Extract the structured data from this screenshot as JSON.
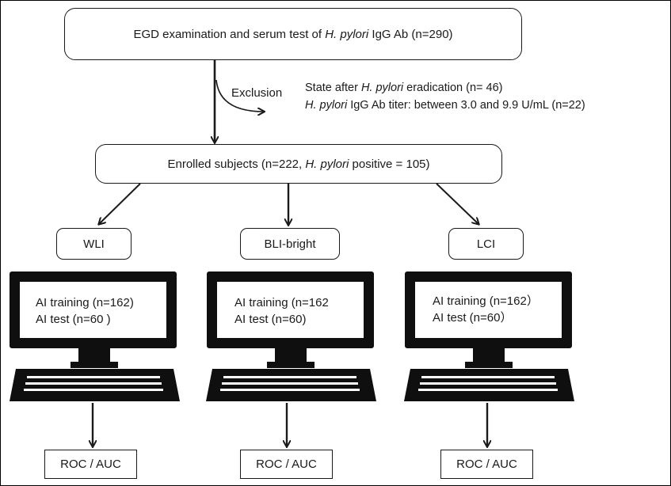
{
  "top_box": {
    "prefix": "EGD examination and serum test of ",
    "italic": "H. pylori",
    "suffix": " IgG Ab (n=290)"
  },
  "exclusion": {
    "label": "Exclusion",
    "line1_prefix": "State after ",
    "line1_italic": "H. pylori",
    "line1_suffix": " eradication (n= 46)",
    "line2_italic": "H. pylori",
    "line2_suffix": " IgG Ab titer: between 3.0 and 9.9 U/mL (n=22)"
  },
  "enrolled": {
    "prefix": "Enrolled subjects (n=222, ",
    "italic": "H. pylori",
    "suffix": " positive = 105)"
  },
  "branches": [
    {
      "mode": "WLI",
      "train": "AI training (n=162)",
      "test": "AI test  (n=60 )",
      "result": "ROC / AUC"
    },
    {
      "mode": "BLI-bright",
      "train": "AI training (n=162",
      "test": "AI test (n=60)",
      "result": "ROC / AUC"
    },
    {
      "mode": "LCI",
      "train": "AI training (n=162）",
      "test": "AI test (n=60）",
      "result": "ROC / AUC"
    }
  ],
  "colors": {
    "line": "#1a1a1a",
    "monitor": "#0f0f0f"
  }
}
